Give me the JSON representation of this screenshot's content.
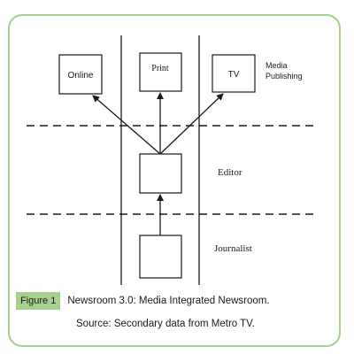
{
  "diagram": {
    "boxes": {
      "online": "Online",
      "print": "Print",
      "tv": "TV"
    },
    "labels": {
      "media_publishing_line1": "Media",
      "media_publishing_line2": "Publishing",
      "editor": "Editor",
      "journalist": "Journalist"
    }
  },
  "caption": {
    "figure_label": "Figure 1",
    "title": "Newsroom 3.0: Media Integrated Newsroom.",
    "source": "Source: Secondary data from Metro TV."
  },
  "colors": {
    "frame_border": "#a7cf8e",
    "figure_badge": "#a7cf8e",
    "ink": "#1a1a1a"
  }
}
